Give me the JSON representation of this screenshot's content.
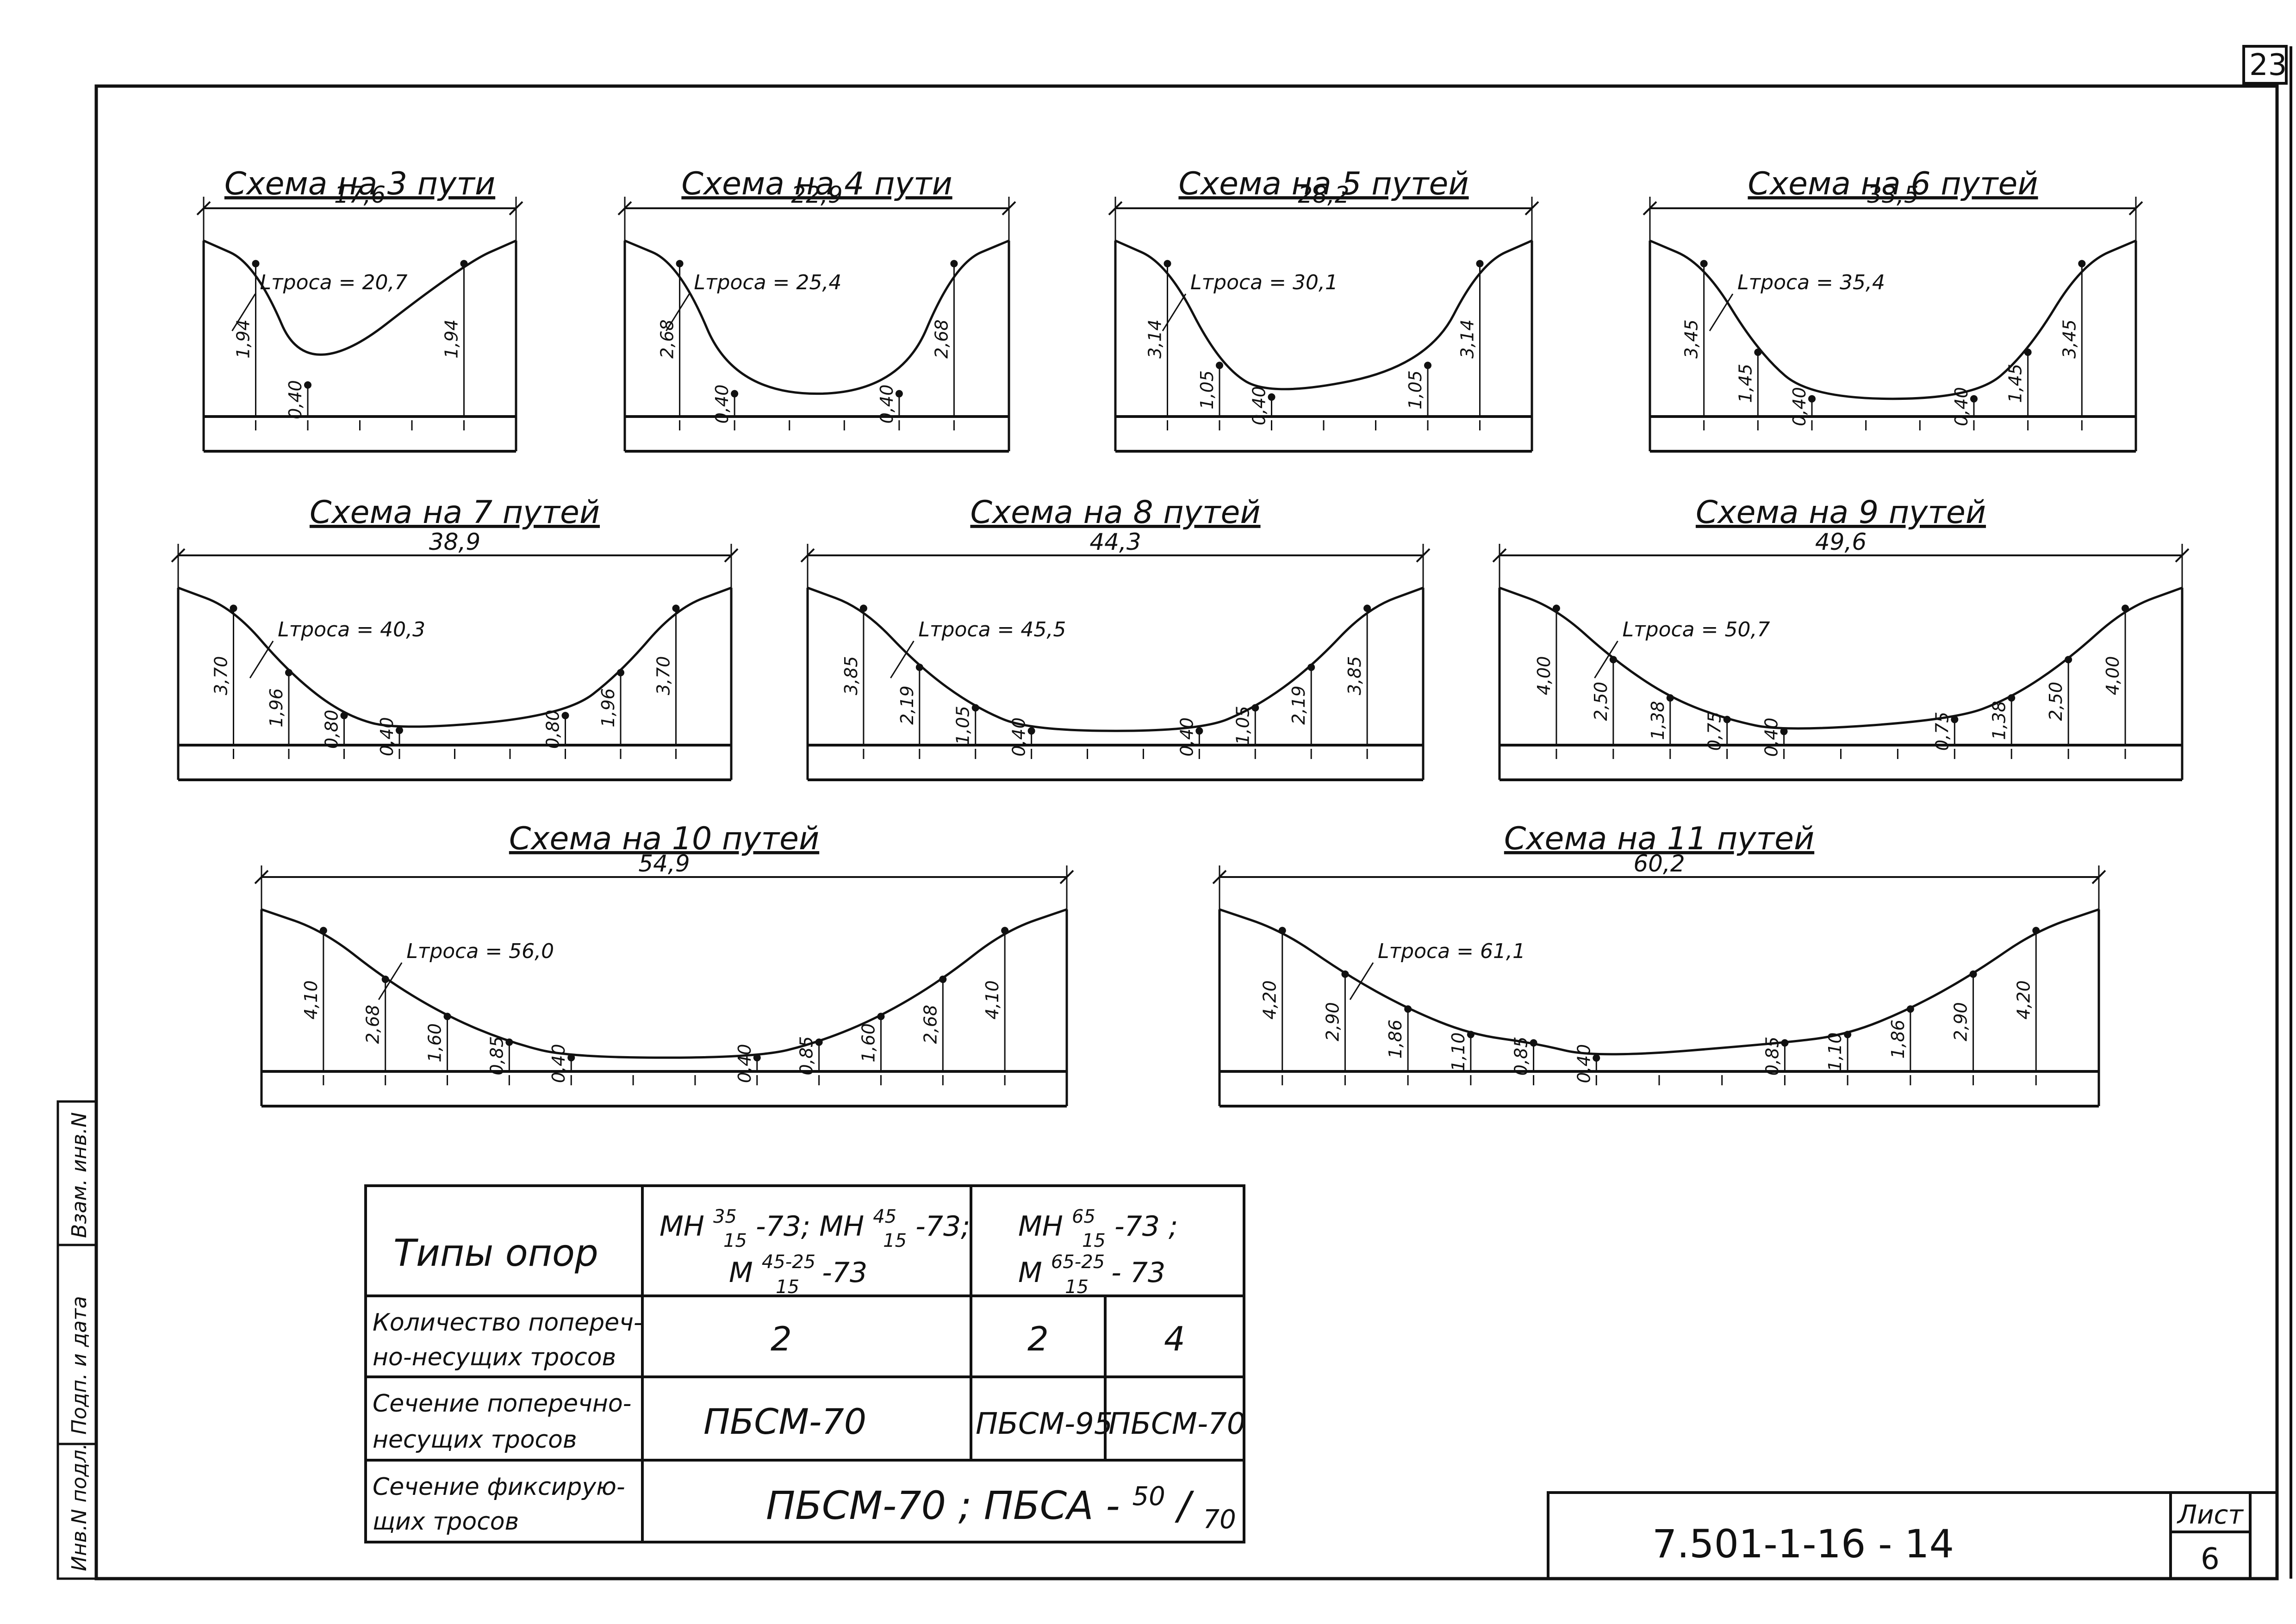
{
  "sheet_number": "23",
  "side_labels": [
    "Инв.N подл.",
    "Подп. и дата",
    "Взам. инв.N"
  ],
  "schemes": [
    {
      "title": "Схема на 3 пути",
      "span": "17,6",
      "cable": "Lтроса = 20,7",
      "left_sags": [
        "1,94",
        "0,40"
      ],
      "right_sags": [
        "1,94"
      ]
    },
    {
      "title": "Схема на 4 пути",
      "span": "22,9",
      "cable": "Lтроса = 25,4",
      "left_sags": [
        "2,68",
        "0,40"
      ],
      "right_sags": [
        "0,40",
        "2,68"
      ]
    },
    {
      "title": "Схема на 5 путей",
      "span": "28,2",
      "cable": "Lтроса = 30,1",
      "left_sags": [
        "3,14",
        "1,05",
        "0,40"
      ],
      "right_sags": [
        "1,05",
        "3,14"
      ]
    },
    {
      "title": "Схема на 6 путей",
      "span": "33,5",
      "cable": "Lтроса = 35,4",
      "left_sags": [
        "3,45",
        "1,45",
        "0,40"
      ],
      "right_sags": [
        "0,40",
        "1,45",
        "3,45"
      ]
    },
    {
      "title": "Схема на 7 путей",
      "span": "38,9",
      "cable": "Lтроса = 40,3",
      "left_sags": [
        "3,70",
        "1,96",
        "0,80",
        "0,40"
      ],
      "right_sags": [
        "0,80",
        "1,96",
        "3,70"
      ]
    },
    {
      "title": "Схема на 8 путей",
      "span": "44,3",
      "cable": "Lтроса = 45,5",
      "left_sags": [
        "3,85",
        "2,19",
        "1,05",
        "0,40"
      ],
      "right_sags": [
        "0,40",
        "1,05",
        "2,19",
        "3,85"
      ]
    },
    {
      "title": "Схема на 9 путей",
      "span": "49,6",
      "cable": "Lтроса = 50,7",
      "left_sags": [
        "4,00",
        "2,50",
        "1,38",
        "0,75",
        "0,40"
      ],
      "right_sags": [
        "0,75",
        "1,38",
        "2,50",
        "4,00"
      ]
    },
    {
      "title": "Схема на 10 путей",
      "span": "54,9",
      "cable": "Lтроса = 56,0",
      "left_sags": [
        "4,10",
        "2,68",
        "1,60",
        "0,85",
        "0,40"
      ],
      "right_sags": [
        "0,40",
        "0,85",
        "1,60",
        "2,68",
        "4,10"
      ]
    },
    {
      "title": "Схема на 11 путей",
      "span": "60,2",
      "cable": "Lтроса = 61,1",
      "left_sags": [
        "4,20",
        "2,90",
        "1,86",
        "1,10",
        "0,85",
        "0,40"
      ],
      "right_sags": [
        "0,85",
        "1,10",
        "1,86",
        "2,90",
        "4,20"
      ]
    }
  ],
  "table": {
    "row1_label": "Типы опор",
    "col_a": {
      "line1_parts": [
        "МН",
        "35",
        "15",
        "-73; МН",
        "45",
        "15",
        "-73;"
      ],
      "line2_parts": [
        "М",
        "45-25",
        "15",
        "-73"
      ]
    },
    "col_b": {
      "line1_parts": [
        "МН",
        "65",
        "15",
        "-73 ;"
      ],
      "line2_parts": [
        "М",
        "65-25",
        "15",
        "- 73"
      ]
    },
    "row2_label": [
      "Количество попереч-",
      "но-несущих тросов"
    ],
    "row2_values": [
      "2",
      "2",
      "4"
    ],
    "row3_label": [
      "Сечение поперечно-",
      "несущих тросов"
    ],
    "row3_values": [
      "ПБСМ-70",
      "ПБСМ-95",
      "ПБСМ-70"
    ],
    "row4_label": [
      "Сечение фиксирую-",
      "щих тросов"
    ],
    "row4_value_main": "ПБСМ-70 ; ПБСА -",
    "row4_value_frac": [
      "50",
      "70"
    ]
  },
  "title_block": {
    "doc_code": "7.501-1-16 - 14",
    "sheet_label": "Лист",
    "sheet_value": "6"
  }
}
